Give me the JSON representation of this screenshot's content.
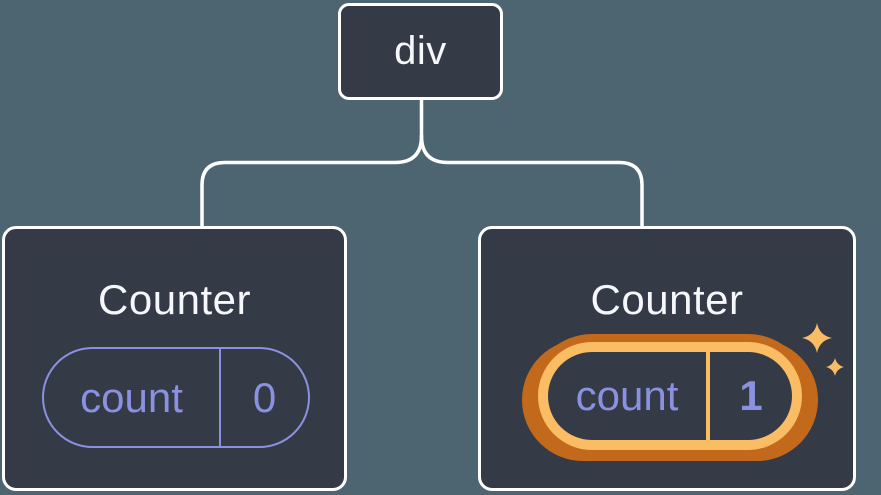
{
  "tree": {
    "root": {
      "label": "div"
    },
    "children": [
      {
        "title": "Counter",
        "state": {
          "label": "count",
          "value": "0"
        },
        "highlighted": false
      },
      {
        "title": "Counter",
        "state": {
          "label": "count",
          "value": "1"
        },
        "highlighted": true
      }
    ]
  },
  "icons": {
    "sparkles": "sparkles-icon"
  },
  "colors": {
    "background": "#4D6570",
    "node_fill": "#343A46",
    "node_border": "#FFFFFF",
    "connector": "#FFFFFF",
    "text_primary": "#F5F7FA",
    "state_purple": "#8A91E0",
    "highlight_amber": "#FBBD63",
    "highlight_orange": "#C2691C"
  }
}
